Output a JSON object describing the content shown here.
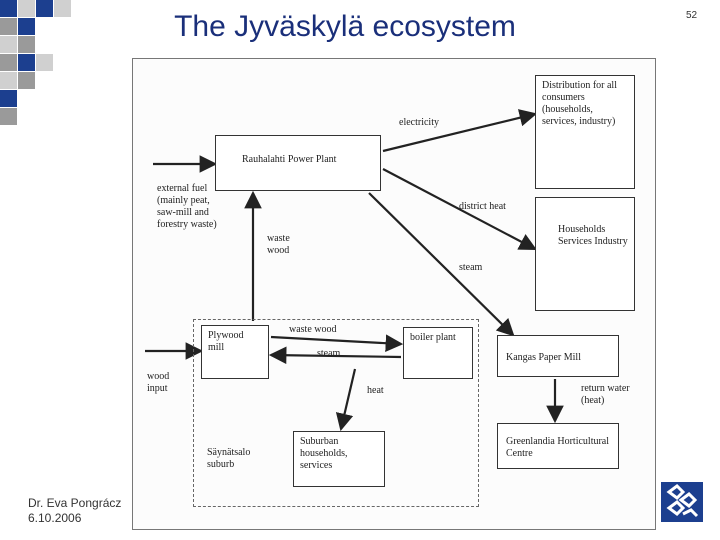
{
  "slide": {
    "title": "The Jyväskylä ecosystem",
    "page_number": "52",
    "author": "Dr. Eva Pongrácz",
    "date": "6.10.2006"
  },
  "colors": {
    "accent_blue": "#1c3f8f",
    "accent_gray": "#9a9a9a",
    "title_blue": "#1a2f7a"
  },
  "diagram": {
    "boxes": {
      "power_plant": "Rauhalahti Power Plant",
      "distribution": "Distribution for all consumers (households, services, industry)",
      "households": "Households Services Industry",
      "plywood": "Plywood mill",
      "boiler": "boiler plant",
      "paper_mill": "Kangas Paper Mill",
      "suburban": "Suburban households, services",
      "greenlandia": "Greenlandia Horticultural Centre"
    },
    "labels": {
      "electricity": "electricity",
      "district_heat": "district heat",
      "steam_main": "steam",
      "external_fuel": "external fuel (mainly peat, saw-mill and forestry waste)",
      "waste_wood_up": "waste wood",
      "waste_wood": "waste wood",
      "steam_local": "steam",
      "heat": "heat",
      "wood_input": "wood input",
      "return_water": "return water (heat)",
      "saynatsalo": "Säynätsalo suburb"
    }
  },
  "logo": {
    "icon": "university-logo-icon"
  }
}
